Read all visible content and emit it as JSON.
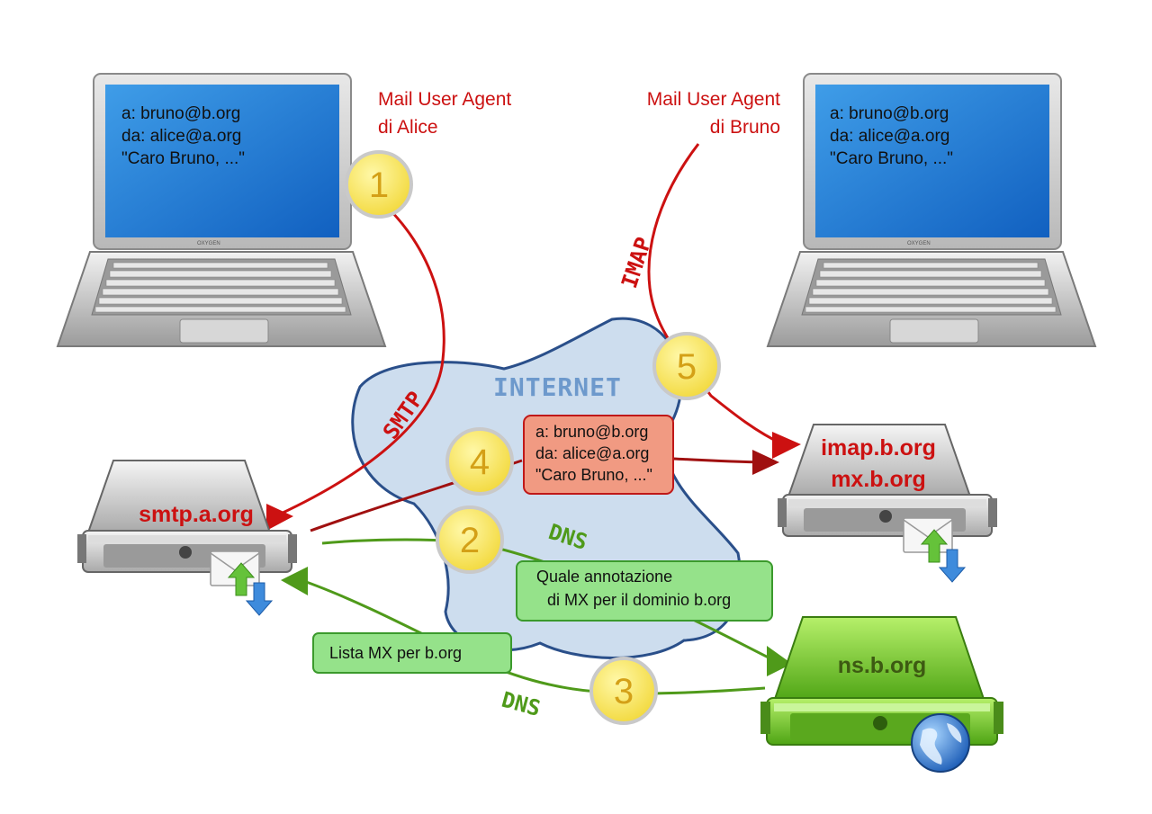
{
  "internet": {
    "label": "INTERNET"
  },
  "alice": {
    "mua_label_line1": "Mail User Agent",
    "mua_label_line2": "di Alice",
    "screen": [
      "a: bruno@b.org",
      "da: alice@a.org",
      "\"Caro Bruno, ...\""
    ],
    "brand": "OXYGEN"
  },
  "bruno": {
    "mua_label_line1": "Mail User Agent",
    "mua_label_line2": "di Bruno",
    "screen": [
      "a: bruno@b.org",
      "da: alice@a.org",
      "\"Caro Bruno, ...\""
    ],
    "brand": "OXYGEN"
  },
  "servers": {
    "smtp": "smtp.a.org",
    "imap_line1": "imap.b.org",
    "imap_line2": "mx.b.org",
    "ns": "ns.b.org"
  },
  "steps": [
    "1",
    "2",
    "3",
    "4",
    "5"
  ],
  "protocols": {
    "smtp": "SMTP",
    "imap": "IMAP",
    "dns_query": "DNS",
    "dns_reply": "DNS"
  },
  "message_box": [
    "a: bruno@b.org",
    "da: alice@a.org",
    "\"Caro Bruno, ...\""
  ],
  "dns_query_box": [
    "Quale annotazione",
    "di MX per il dominio b.org"
  ],
  "dns_reply_box": [
    "Lista MX per b.org"
  ],
  "colors": {
    "smtp_red": "#cc1111",
    "dark_red": "#a01010",
    "dns_green": "#4f9a1a",
    "cloud_fill": "#cdddee",
    "cloud_stroke": "#2a4f8a",
    "step_fill": "#f6e04a",
    "message_box_fill": "#f19a82",
    "dns_box_fill": "#95e28a"
  }
}
